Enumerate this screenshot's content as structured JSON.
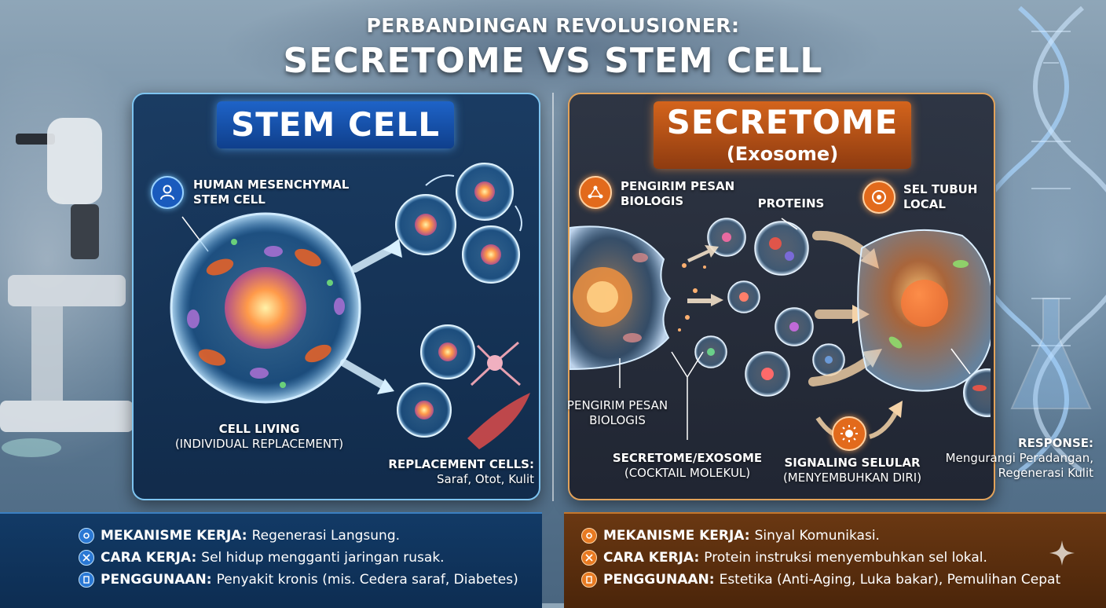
{
  "title": {
    "line1": "PERBANDINGAN REVOLUSIONER:",
    "line2": "SECRETOME VS STEM CELL"
  },
  "stem_cell": {
    "header": "STEM CELL",
    "label_source_line1": "HUMAN MESENCHYMAL",
    "label_source_line2": "STEM CELL",
    "label_living_line1": "CELL LIVING",
    "label_living_line2": "(INDIVIDUAL REPLACEMENT)",
    "label_replacement_title": "REPLACEMENT CELLS:",
    "label_replacement_items": "Saraf, Otot, Kulit",
    "icon": "user-icon"
  },
  "secretome": {
    "header_line1": "SECRETOME",
    "header_line2": "(Exosome)",
    "label_sender_top_line1": "PENGIRIM PESAN",
    "label_sender_top_line2": "BIOLOGIS",
    "label_proteins": "PROTEINS",
    "label_local_line1": "SEL TUBUH",
    "label_local_line2": "LOCAL",
    "label_sender_bottom_line1": "PENGIRIM PESAN",
    "label_sender_bottom_line2": "BIOLOGIS",
    "label_cocktail_line1": "SECRETOME/EXOSOME",
    "label_cocktail_line2": "(COCKTAIL MOLEKUL)",
    "label_signaling_line1": "SIGNALING SELULAR",
    "label_signaling_line2": "(MENYEMBUHKAN DIRI)",
    "label_response_title": "RESPONSE:",
    "label_response_line1": "Mengurangi Peradangan,",
    "label_response_line2": "Regenerasi Kulit",
    "icons": [
      "network-icon",
      "cell-icon",
      "sun-icon"
    ]
  },
  "bottom_left": [
    {
      "key": "MEKANISME KERJA:",
      "value": "Regenerasi Langsung.",
      "icon": "gear-icon"
    },
    {
      "key": "CARA KERJA:",
      "value": "Sel hidup mengganti jaringan rusak.",
      "icon": "tools-icon"
    },
    {
      "key": "PENGGUNAAN:",
      "value": "Penyakit kronis (mis. Cedera saraf, Diabetes)",
      "icon": "document-icon"
    }
  ],
  "bottom_right": [
    {
      "key": "MEKANISME KERJA:",
      "value": "Sinyal Komunikasi.",
      "icon": "gear-icon"
    },
    {
      "key": "CARA KERJA:",
      "value": "Protein instruksi menyembuhkan sel lokal.",
      "icon": "tools-icon"
    },
    {
      "key": "PENGGUNAAN:",
      "value": "Estetika (Anti-Aging, Luka bakar), Pemulihan Cepat",
      "icon": "document-icon"
    }
  ],
  "colors": {
    "blue_accent": "#1e63c8",
    "orange_accent": "#d4641c",
    "panel_blue_border": "#7ec4f0",
    "panel_orange_border": "#e2a25a"
  }
}
